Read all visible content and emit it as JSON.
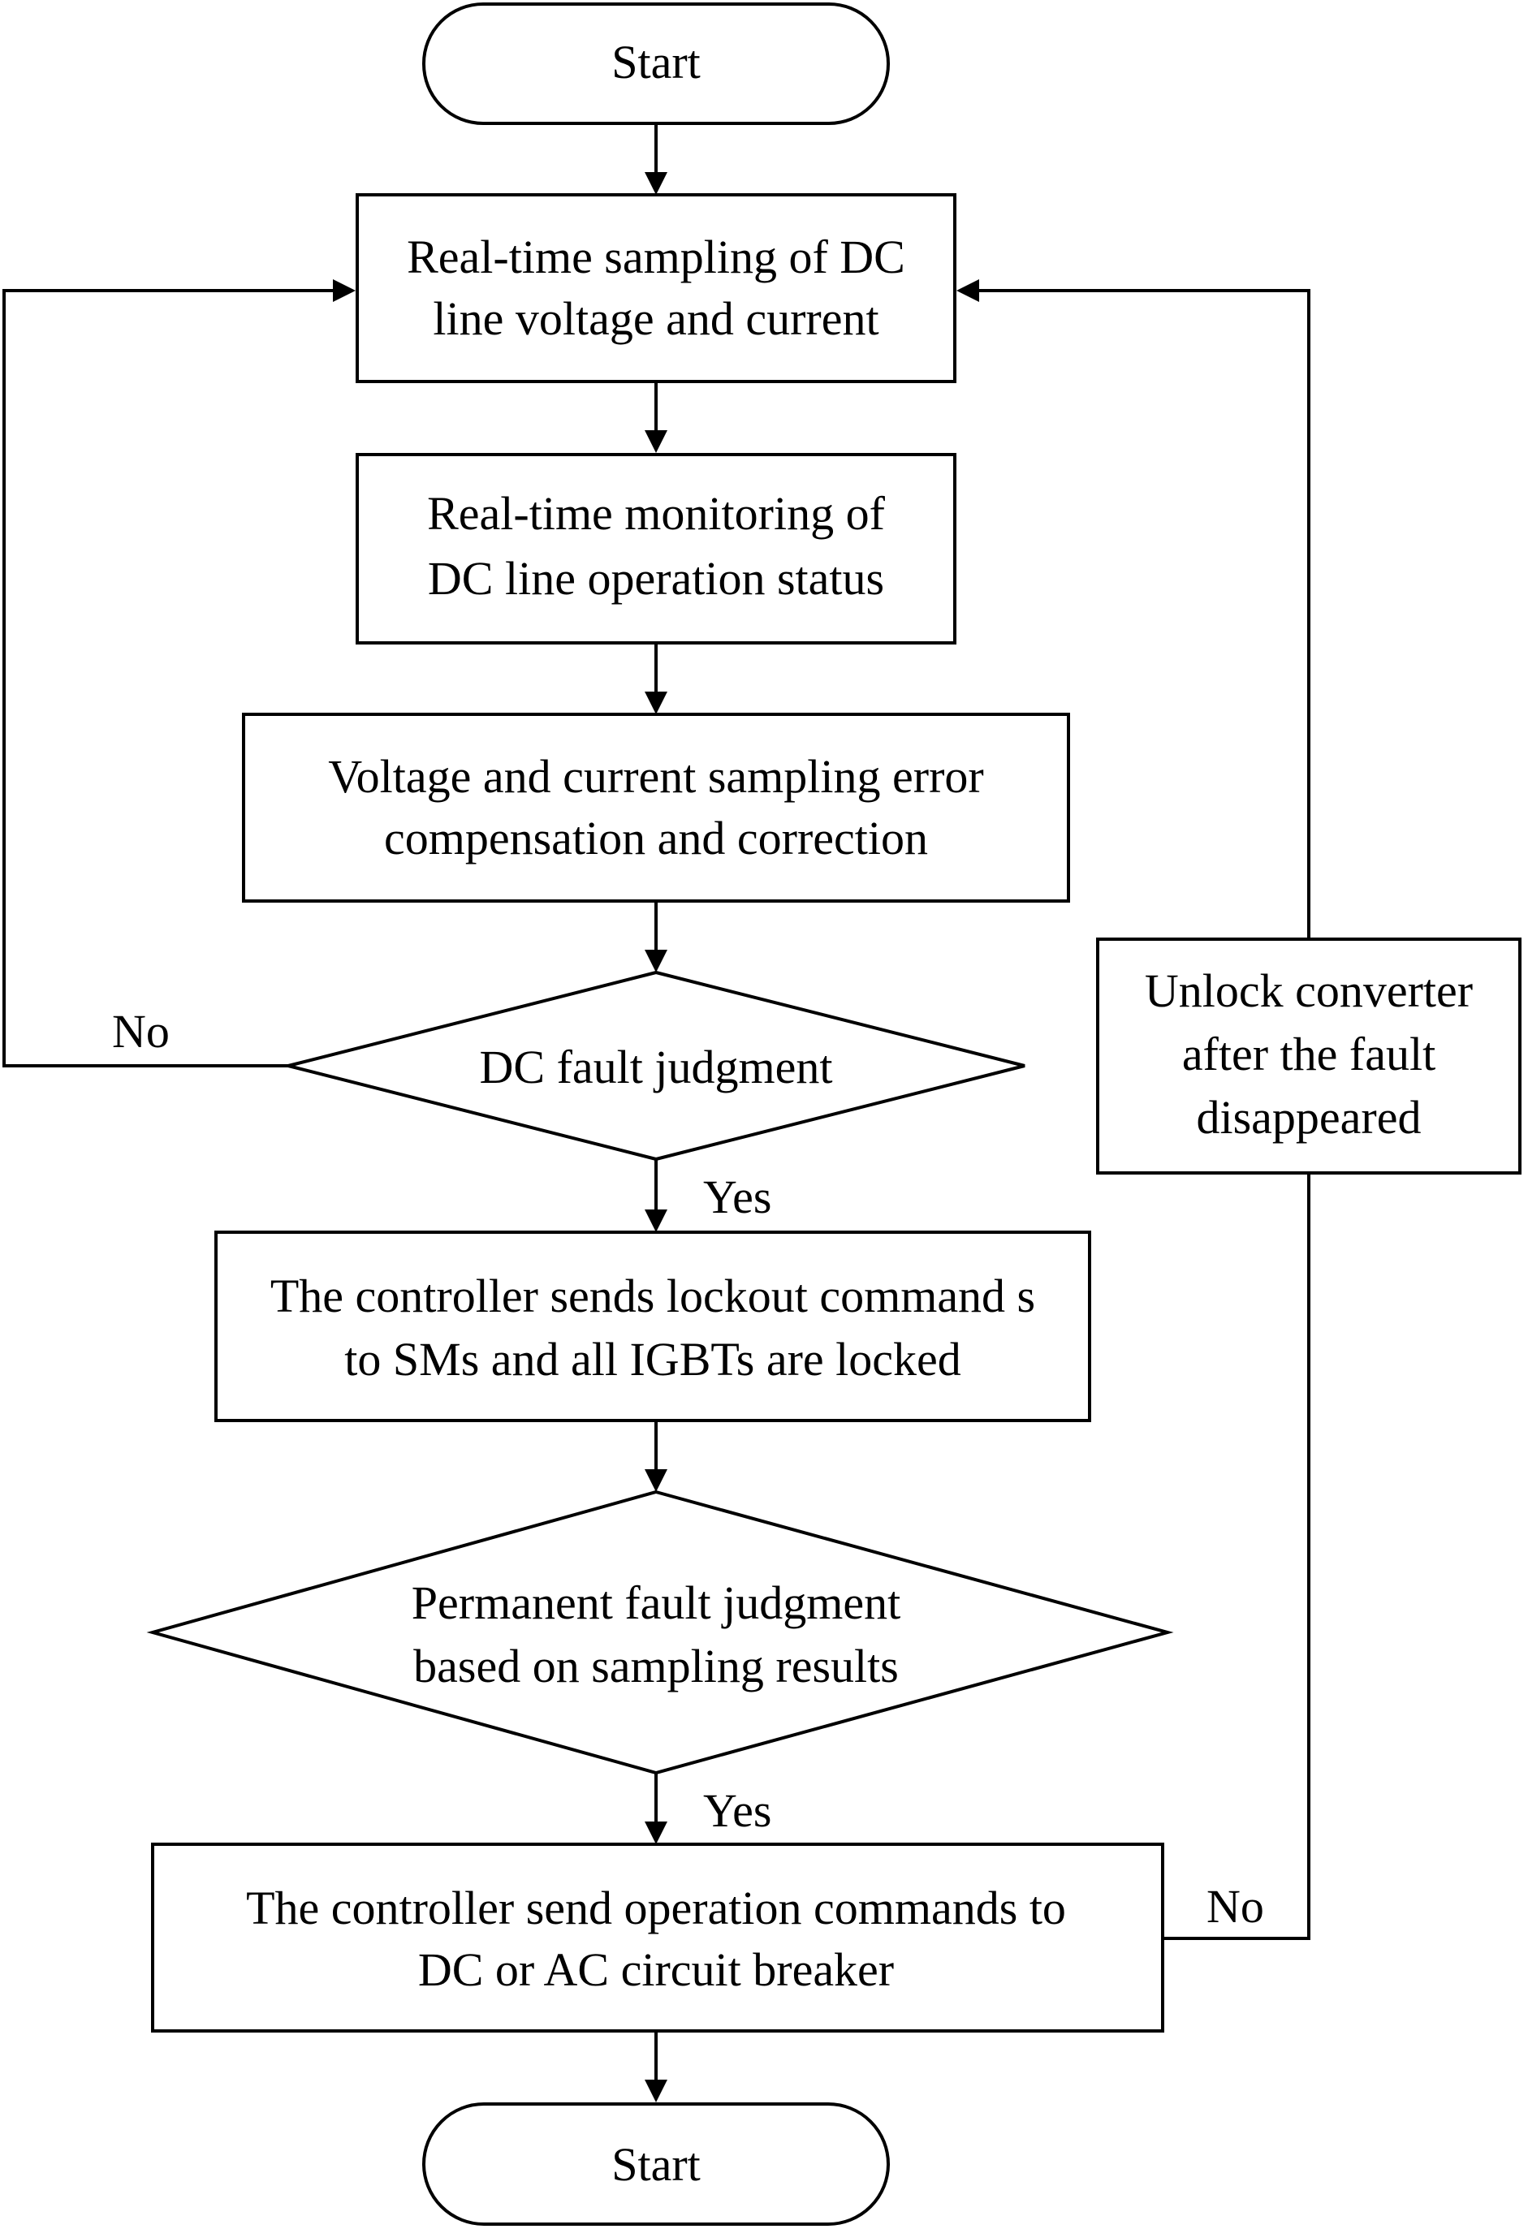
{
  "nodes": {
    "start_top": {
      "lines": [
        "Start"
      ]
    },
    "sampling": {
      "lines": [
        "Real-time sampling of DC",
        "line voltage and current"
      ]
    },
    "monitoring": {
      "lines": [
        "Real-time monitoring of",
        "DC line operation status"
      ]
    },
    "compensation": {
      "lines": [
        "Voltage and current sampling error",
        "compensation and correction"
      ]
    },
    "fault_judgment": {
      "lines": [
        "DC fault judgment"
      ]
    },
    "lockout": {
      "lines": [
        "The controller sends lockout command s",
        "to SMs and all IGBTs are locked"
      ]
    },
    "permanent_judgment": {
      "lines": [
        "Permanent fault judgment",
        "based on sampling results"
      ]
    },
    "breaker_command": {
      "lines": [
        "The controller send operation commands to",
        "DC or AC circuit breaker"
      ]
    },
    "unlock": {
      "lines": [
        "Unlock converter",
        "after the fault",
        "disappeared"
      ]
    },
    "start_bottom": {
      "lines": [
        "Start"
      ]
    }
  },
  "edge_labels": {
    "fault_no": "No",
    "fault_yes": "Yes",
    "permanent_yes": "Yes",
    "permanent_no": "No"
  }
}
